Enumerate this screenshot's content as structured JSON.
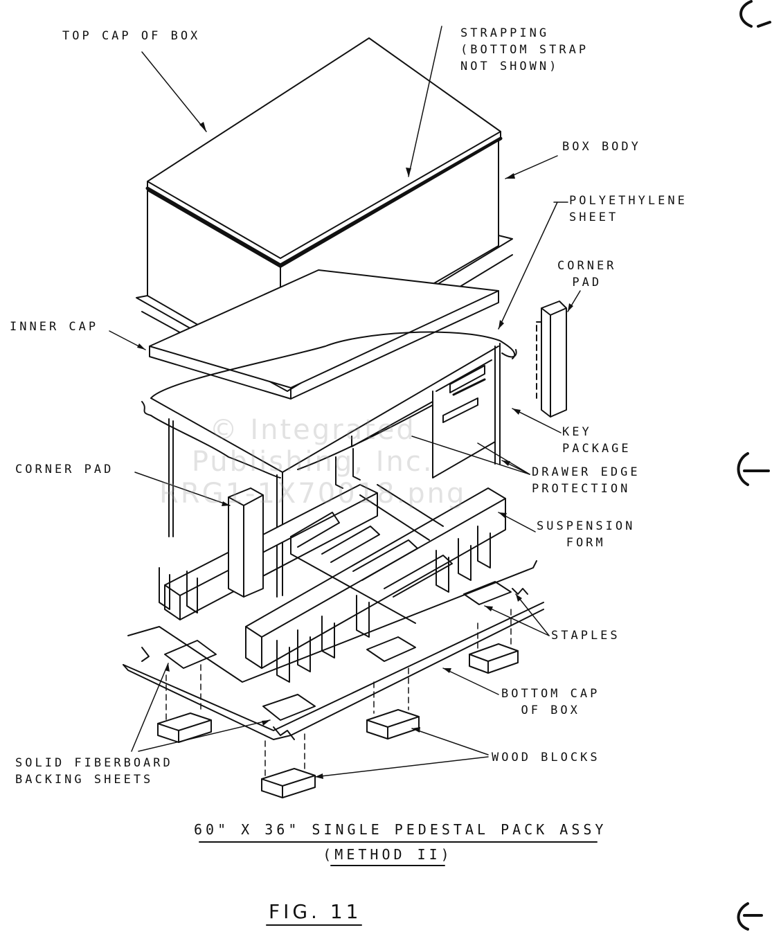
{
  "labels": {
    "top_cap": "TOP CAP OF BOX",
    "strapping": "STRAPPING\n(BOTTOM STRAP\nNOT SHOWN)",
    "box_body": "BOX BODY",
    "polyethylene": "POLYETHYLENE\nSHEET",
    "corner_pad_right": "CORNER\nPAD",
    "inner_cap": "INNER CAP",
    "key_package": "KEY\nPACKAGE",
    "drawer_edge": "DRAWER EDGE\nPROTECTION",
    "corner_pad_left": "CORNER PAD",
    "suspension_form": "SUSPENSION\nFORM",
    "staples": "STAPLES",
    "bottom_cap": "BOTTOM CAP\nOF BOX",
    "wood_blocks": "WOOD BLOCKS",
    "fiberboard": "SOLID FIBERBOARD\nBACKING SHEETS"
  },
  "caption": {
    "line1": "60\" X 36\" SINGLE PEDESTAL PACK ASSY",
    "line2": "(METHOD II)"
  },
  "figure_label": "FIG. 11",
  "watermark": "© Integrated\nPublishing, Inc.\nRRG1-1X70018.png"
}
